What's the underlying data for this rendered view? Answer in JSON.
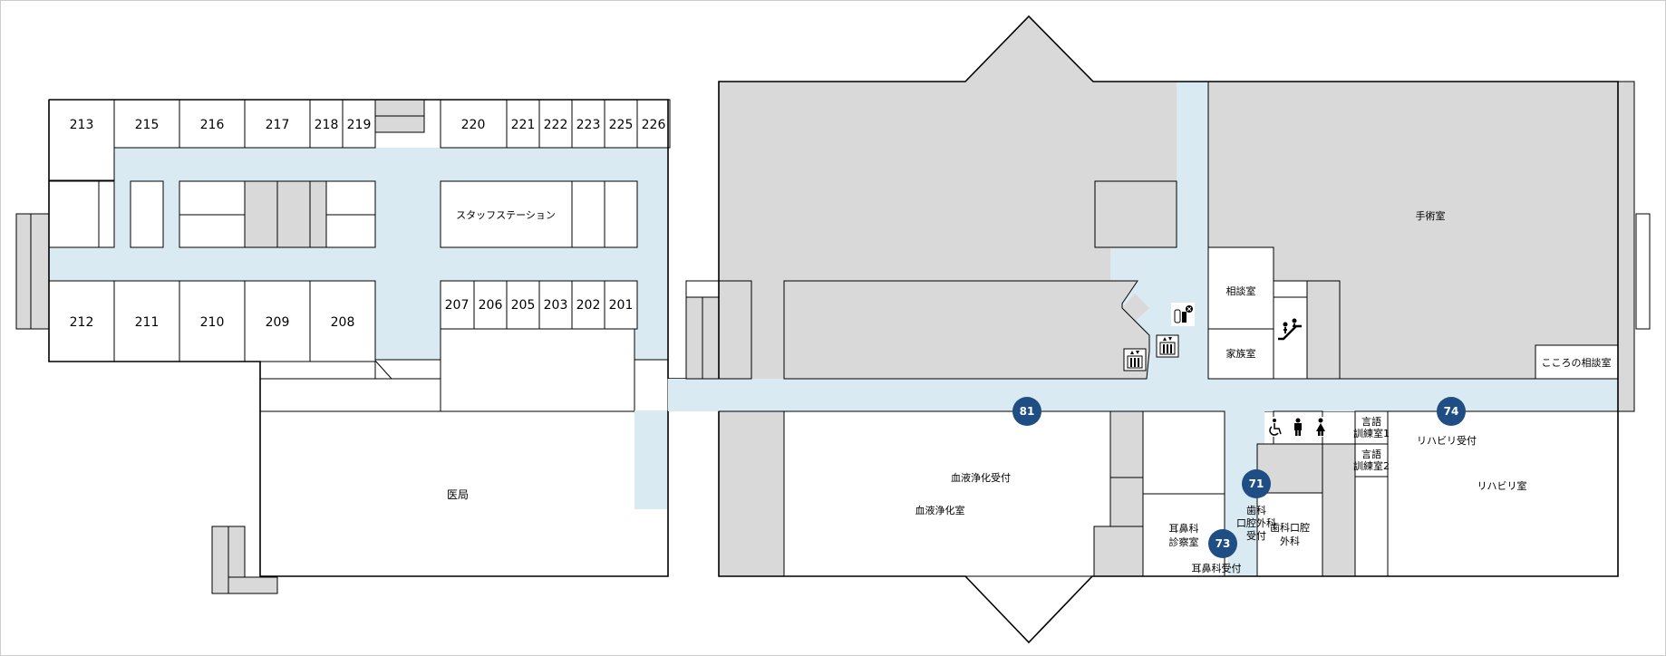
{
  "rooms_top_left": [
    "213",
    "215",
    "216",
    "217",
    "218",
    "219",
    "220",
    "221",
    "222",
    "223",
    "225",
    "226"
  ],
  "rooms_bottom_left": [
    "212",
    "211",
    "210",
    "209",
    "208",
    "207",
    "206",
    "205",
    "203",
    "202",
    "201"
  ],
  "labels": {
    "staff_station": "スタッフステーション",
    "ikyoku": "医局",
    "operating_room": "手術室",
    "consultation": "相談室",
    "family_room": "家族室",
    "kokoro": "こころの相談室",
    "dialysis_reception": "血液浄化受付",
    "dialysis_room": "血液浄化室",
    "ent_clinic_1": "耳鼻科",
    "ent_clinic_2": "診察室",
    "ent_reception": "耳鼻科受付",
    "dental_reception_1": "歯科",
    "dental_reception_2": "口腔外科",
    "dental_reception_3": "受付",
    "dental_oral_1": "歯科口腔",
    "dental_oral_2": "外科",
    "speech_1_a": "言語",
    "speech_1_b": "訓練室1",
    "speech_2_a": "言語",
    "speech_2_b": "訓練室2",
    "rehab_reception": "リハビリ受付",
    "rehab_room": "リハビリ室"
  },
  "markers": [
    {
      "id": "marker-81",
      "label": "81"
    },
    {
      "id": "marker-74",
      "label": "74"
    },
    {
      "id": "marker-71",
      "label": "71"
    },
    {
      "id": "marker-73",
      "label": "73"
    }
  ],
  "icons": [
    "elevator-icon",
    "escalator-icon",
    "aed-icon",
    "accessible-toilet-icon",
    "mens-toilet-icon",
    "womens-toilet-icon"
  ],
  "colors": {
    "corridor": "#daeaf2",
    "gray_area": "#d9d9d9",
    "marker": "#1f4e84"
  }
}
